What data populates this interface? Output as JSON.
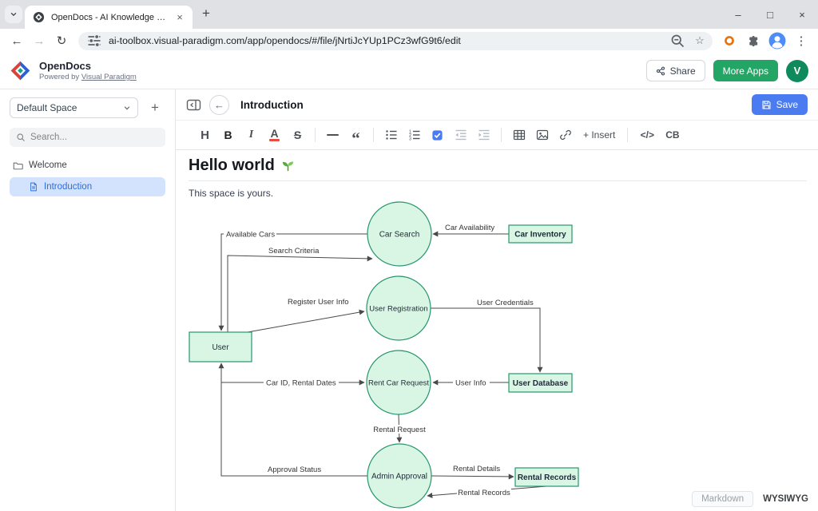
{
  "browser": {
    "tab_title": "OpenDocs - AI Knowledge Base",
    "url": "ai-toolbox.visual-paradigm.com/app/opendocs/#/file/jNrtiJcYUp1PCz3wfG9t6/edit",
    "icons": {
      "back": "←",
      "forward": "→",
      "reload": "↻",
      "close_tab": "×",
      "new_tab": "+",
      "minimize": "–",
      "maximize": "□",
      "close_window": "×",
      "menu": "⋮",
      "star": "☆"
    }
  },
  "app_header": {
    "app_name": "OpenDocs",
    "powered_by": "Powered by",
    "powered_by_link": "Visual Paradigm",
    "share_label": "Share",
    "more_apps_label": "More Apps",
    "user_initial": "V",
    "brand_green": "#23a566",
    "save_blue": "#4b7bf0"
  },
  "sidebar": {
    "space_name": "Default Space",
    "search_placeholder": "Search...",
    "tree": [
      {
        "label": "Welcome",
        "type": "folder"
      },
      {
        "label": "Introduction",
        "type": "document",
        "selected": true
      }
    ]
  },
  "doc_header": {
    "title": "Introduction",
    "save_label": "Save"
  },
  "toolbar": {
    "heading": "H",
    "bold": "B",
    "italic": "I",
    "color": "A",
    "strikethrough": "S",
    "quote": "“",
    "insert": "+ Insert",
    "code": "</>",
    "code_block": "CB"
  },
  "document": {
    "heading": "Hello world",
    "heading_emoji": "🌱",
    "intro": "This space is yours."
  },
  "diagram": {
    "node_fill": "#d9f6e5",
    "node_stroke": "#27966f",
    "processes": [
      {
        "label": "Car Search"
      },
      {
        "label": "User Registration"
      },
      {
        "label": "Rent Car Request"
      },
      {
        "label": "Admin Approval"
      }
    ],
    "entities": [
      {
        "label": "User"
      },
      {
        "label": "Car Inventory"
      },
      {
        "label": "User Database"
      },
      {
        "label": "Rental Records"
      }
    ],
    "flows": [
      {
        "label": "Available Cars"
      },
      {
        "label": "Search Criteria"
      },
      {
        "label": "Car Availability"
      },
      {
        "label": "Register User Info"
      },
      {
        "label": "User Credentials"
      },
      {
        "label": "Car ID, Rental Dates"
      },
      {
        "label": "User Info"
      },
      {
        "label": "Rental Request"
      },
      {
        "label": "Approval Status"
      },
      {
        "label": "Rental Details"
      },
      {
        "label": "Rental Records"
      }
    ]
  },
  "footer": {
    "markdown_label": "Markdown",
    "wysiwyg_label": "WYSIWYG"
  }
}
